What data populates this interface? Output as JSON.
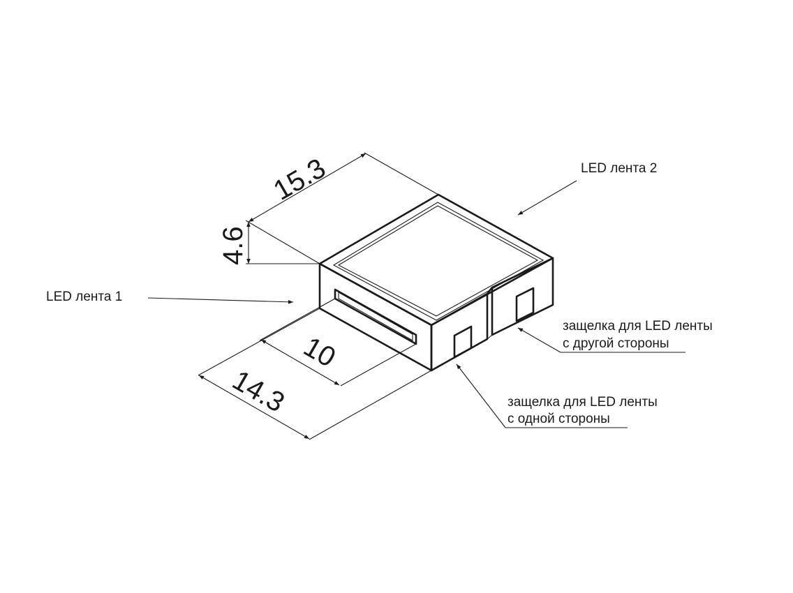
{
  "dimensions": {
    "length": "15.3",
    "height": "4.6",
    "slot_width": "10",
    "width": "14.3"
  },
  "labels": {
    "strip_2": "LED лента 2",
    "strip_1": "LED лента 1",
    "latch_other_line1": "защелка  для LED ленты",
    "latch_other_line2": "с другой стороны",
    "latch_one_line1": "защелка  для LED ленты",
    "latch_one_line2": "с одной стороны"
  }
}
